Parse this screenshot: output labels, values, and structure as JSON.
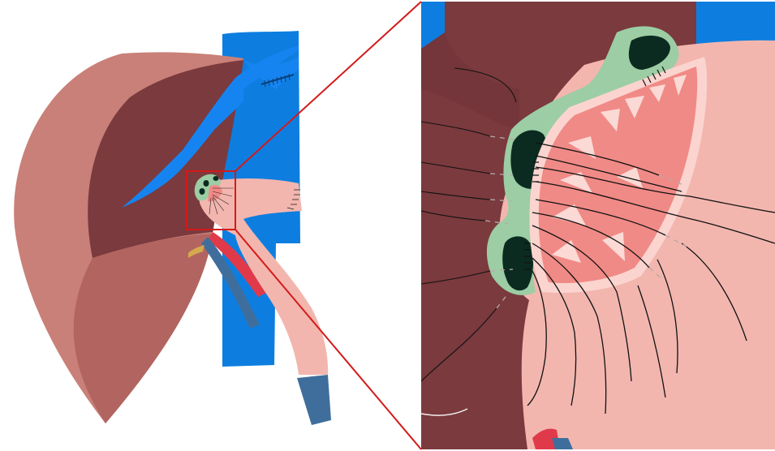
{
  "figure": {
    "panels": [
      "overview",
      "magnified-inset"
    ],
    "structures": [
      "liver",
      "vena-cava",
      "hepatic-vein-branches",
      "anastomosis-ring",
      "jejunal-loop",
      "vessels",
      "sutures"
    ]
  },
  "colors": {
    "background": "#ffffff",
    "liver_light": "#c98078",
    "liver_mid": "#b26560",
    "liver_dark": "#7a3a3e",
    "vena_cava": "#0d7ee0",
    "hepatic_vein": "#1684f0",
    "bowel": "#f2b6ae",
    "bowel_mucosa": "#f08a86",
    "ring_green": "#9ccda4",
    "lumen_dark": "#0c2b20",
    "vessel_red": "#e03a4a",
    "duct_steel": "#3f6e9c",
    "highlight_box": "#d41a1a",
    "suture": "#111111"
  }
}
